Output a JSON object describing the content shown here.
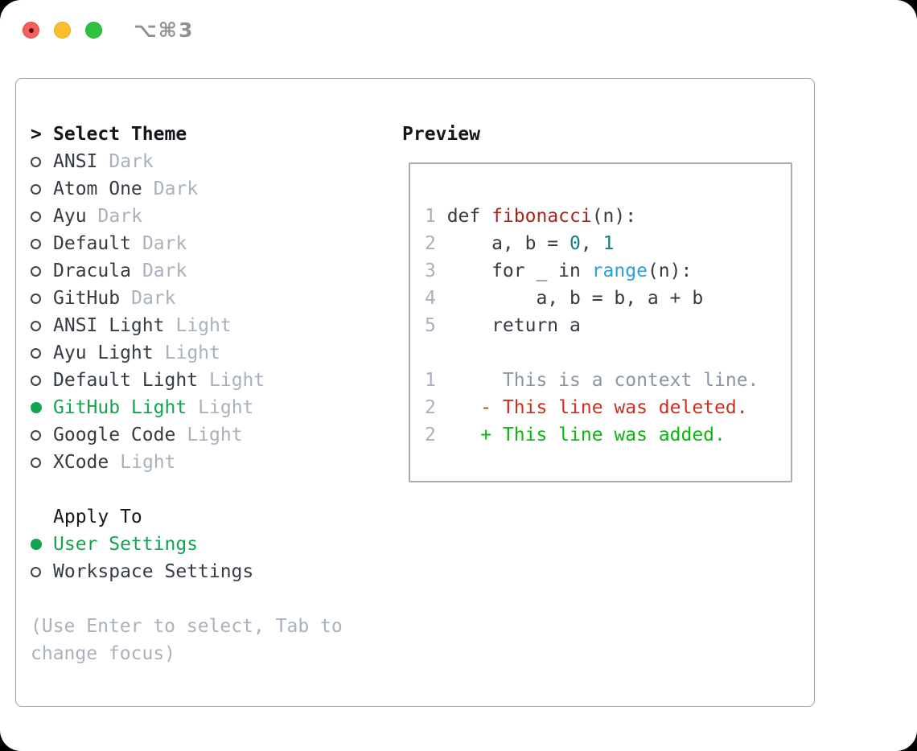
{
  "titlebar": {
    "shortcut": "⌥⌘3",
    "buttons": [
      {
        "name": "close-button",
        "color": "#f4605a"
      },
      {
        "name": "minimize-button",
        "color": "#fbbf2d"
      },
      {
        "name": "zoom-button",
        "color": "#2ec33d"
      }
    ]
  },
  "theme_panel": {
    "prompt": ">",
    "title": "Select Theme",
    "items": [
      {
        "name": "ANSI",
        "tag": "Dark",
        "selected": false
      },
      {
        "name": "Atom One",
        "tag": "Dark",
        "selected": false
      },
      {
        "name": "Ayu",
        "tag": "Dark",
        "selected": false
      },
      {
        "name": "Default",
        "tag": "Dark",
        "selected": false
      },
      {
        "name": "Dracula",
        "tag": "Dark",
        "selected": false
      },
      {
        "name": "GitHub",
        "tag": "Dark",
        "selected": false
      },
      {
        "name": "ANSI Light",
        "tag": "Light",
        "selected": false
      },
      {
        "name": "Ayu Light",
        "tag": "Light",
        "selected": false
      },
      {
        "name": "Default Light",
        "tag": "Light",
        "selected": false
      },
      {
        "name": "GitHub Light",
        "tag": "Light",
        "selected": true
      },
      {
        "name": "Google Code",
        "tag": "Light",
        "selected": false
      },
      {
        "name": "XCode",
        "tag": "Light",
        "selected": false
      }
    ],
    "apply_to": {
      "title": "Apply To",
      "options": [
        {
          "name": "User Settings",
          "selected": true
        },
        {
          "name": "Workspace Settings",
          "selected": false
        }
      ]
    },
    "hint_lines": [
      "(Use Enter to select, Tab to",
      "change focus)"
    ]
  },
  "preview": {
    "title": "Preview",
    "lines": [
      {
        "num": "1",
        "tokens": [
          {
            "t": "def ",
            "c": "plain"
          },
          {
            "t": "fibonacci",
            "c": "fn"
          },
          {
            "t": "(n):",
            "c": "plain"
          }
        ]
      },
      {
        "num": "2",
        "tokens": [
          {
            "t": "    a, b = ",
            "c": "plain"
          },
          {
            "t": "0",
            "c": "lit"
          },
          {
            "t": ", ",
            "c": "plain"
          },
          {
            "t": "1",
            "c": "lit"
          }
        ]
      },
      {
        "num": "3",
        "tokens": [
          {
            "t": "    for _ in ",
            "c": "plain"
          },
          {
            "t": "range",
            "c": "bi"
          },
          {
            "t": "(n):",
            "c": "plain"
          }
        ]
      },
      {
        "num": "4",
        "tokens": [
          {
            "t": "        a, b = b, a + b",
            "c": "plain"
          }
        ]
      },
      {
        "num": "5",
        "tokens": [
          {
            "t": "    return a",
            "c": "plain"
          }
        ]
      },
      {
        "num": "",
        "tokens": []
      },
      {
        "num": "1",
        "tokens": [
          {
            "t": "     This is a context line.",
            "c": "ctx"
          }
        ]
      },
      {
        "num": "2",
        "tokens": [
          {
            "t": "   - This line was deleted.",
            "c": "del"
          }
        ]
      },
      {
        "num": "2",
        "tokens": [
          {
            "t": "   + This line was added.",
            "c": "add"
          }
        ]
      }
    ]
  },
  "colors": {
    "selected_green": "#13a44f",
    "added_green": "#0bb60f",
    "deleted_red": "#c9301d",
    "function_red": "#a6261c",
    "literal_teal": "#0e7f8b",
    "builtin_blue": "#2b9fd8",
    "muted_gray": "#a8b1bc",
    "text_dark": "#353b42",
    "border_gray": "#99a1ab"
  }
}
